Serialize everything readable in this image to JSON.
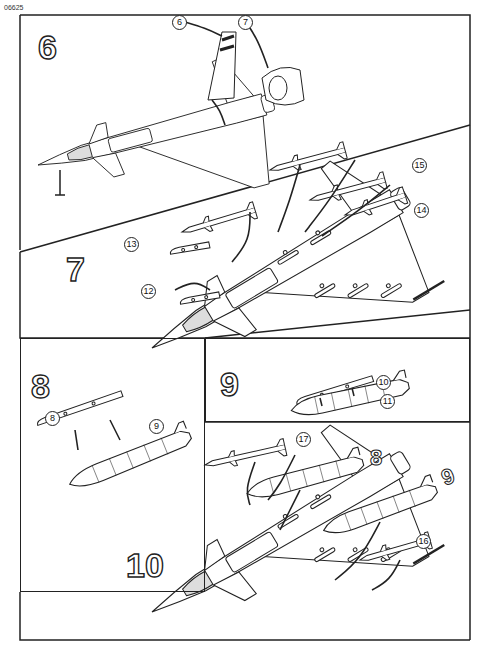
{
  "diagram": {
    "nodes": [
      {
        "text": [
          "8",
          "8",
          "9"
        ]
      },
      {
        "text": [
          "9",
          "10",
          "11"
        ]
      }
    ],
    "labels": [
      "06625",
      "6",
      "6",
      "7",
      "7",
      "15",
      "14",
      "13",
      "12",
      "10",
      "17",
      "8",
      "9",
      "16"
    ]
  }
}
